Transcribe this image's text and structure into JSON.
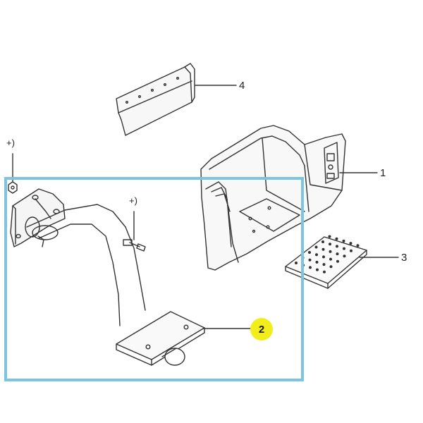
{
  "diagram": {
    "highlight_color": "#7cc4e0",
    "callout_color": "#f2ee1c",
    "parts": [
      {
        "id": "1",
        "label": "1"
      },
      {
        "id": "2",
        "label": "2",
        "highlighted": true
      },
      {
        "id": "3",
        "label": "3"
      },
      {
        "id": "4",
        "label": "4"
      }
    ],
    "fastener_marks": [
      "+)",
      "+)"
    ]
  }
}
